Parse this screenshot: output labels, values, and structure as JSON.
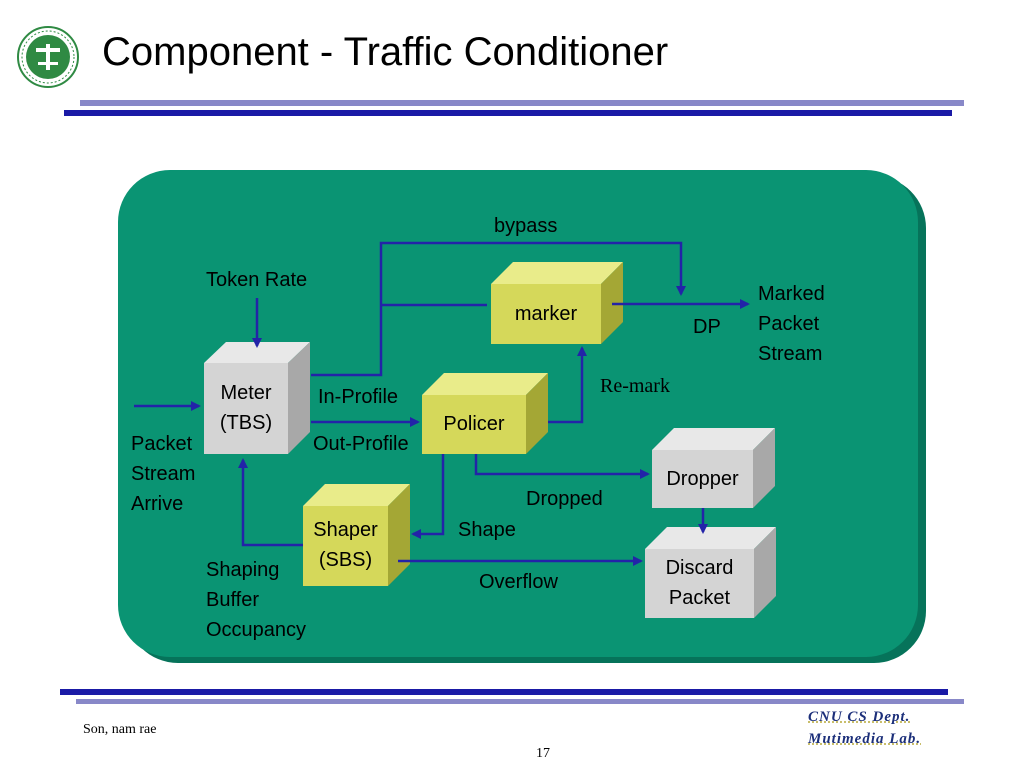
{
  "title": "Component - Traffic Conditioner",
  "colors": {
    "panel": "#0a9473",
    "box_gray": "#d4d4d4",
    "box_yellow": "#d5d85a",
    "arrow": "#2323a8",
    "rule_dark": "#1a1aa6",
    "rule_light": "#8888c8"
  },
  "boxes": {
    "meter": [
      "Meter",
      "(TBS)"
    ],
    "marker": "marker",
    "policer": "Policer",
    "shaper": [
      "Shaper",
      "(SBS)"
    ],
    "dropper": "Dropper",
    "discard": [
      "Discard",
      "Packet"
    ]
  },
  "labels": {
    "bypass": "bypass",
    "token_rate": "Token Rate",
    "marked_stream": [
      "Marked",
      "Packet",
      "Stream"
    ],
    "dp": "DP",
    "remark": "Re-mark",
    "in_profile": "In-Profile",
    "out_profile": "Out-Profile",
    "packet_stream": [
      "Packet",
      "Stream",
      "Arrive"
    ],
    "dropped": "Dropped",
    "shape": "Shape",
    "shaping_buffer": [
      "Shaping",
      "Buffer",
      "Occupancy"
    ],
    "overflow": "Overflow"
  },
  "footer": {
    "author": "Son, nam rae",
    "page": "17",
    "dept_line1": "CNU CS Dept.",
    "dept_line2": "Mutimedia Lab."
  },
  "logo_icon": "university-seal-icon"
}
